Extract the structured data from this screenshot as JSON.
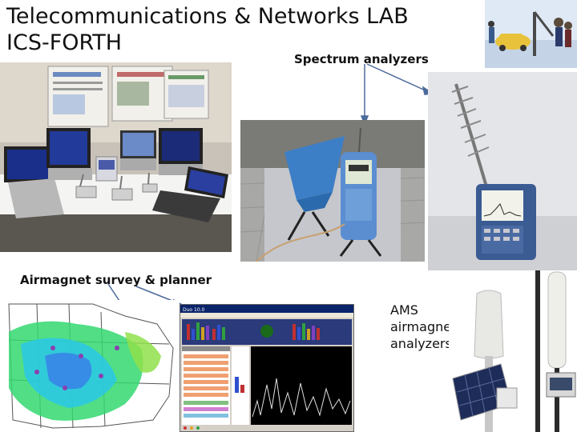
{
  "slide": {
    "title_line1": "Telecommunications & Networks LAB",
    "title_line2": "ICS-FORTH",
    "label_spectrum": "Spectrum analyzers",
    "label_airmagnet": "Airmagnet survey & planner",
    "ams_line1": "AMS",
    "ams_line2": "airmagnet",
    "ams_line3": "analyzers"
  },
  "screens": {
    "laptop_colors": [
      "#1a2f8a",
      "#223a9a",
      "#2a3fa0",
      "#1b2b78"
    ],
    "survey_heatmap_colors": [
      "#2ac8e8",
      "#32d870",
      "#8fe04a",
      "#3a7ce8"
    ]
  },
  "airmagnet_app": {
    "window_title": "Duo 10.0",
    "bar_colors": [
      "#c03030",
      "#3050d0",
      "#30a040",
      "#d0a020",
      "#8040c0"
    ],
    "status_dots": [
      "#d03030",
      "#e0a020",
      "#30a040"
    ]
  }
}
